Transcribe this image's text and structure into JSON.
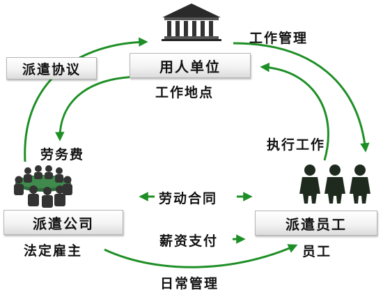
{
  "nodes": {
    "employer": {
      "title": "用人单位",
      "subtitle": "工作地点"
    },
    "agency": {
      "title": "派遣公司",
      "subtitle": "法定雇主"
    },
    "employee": {
      "title": "派遣员工",
      "subtitle": "员工"
    }
  },
  "edges": {
    "dispatch_agreement": "派遣协议",
    "labor_fee": "劳务费",
    "work_management": "工作管理",
    "perform_work": "执行工作",
    "labor_contract": "劳动合同",
    "salary_payment": "薪资支付",
    "daily_management": "日常管理"
  },
  "colors": {
    "arrow": "#1e8f26",
    "box_border": "#b5b5b5"
  },
  "icons": {
    "employer": "building-icon",
    "agency": "meeting-table-icon",
    "employee": "workers-icon"
  }
}
